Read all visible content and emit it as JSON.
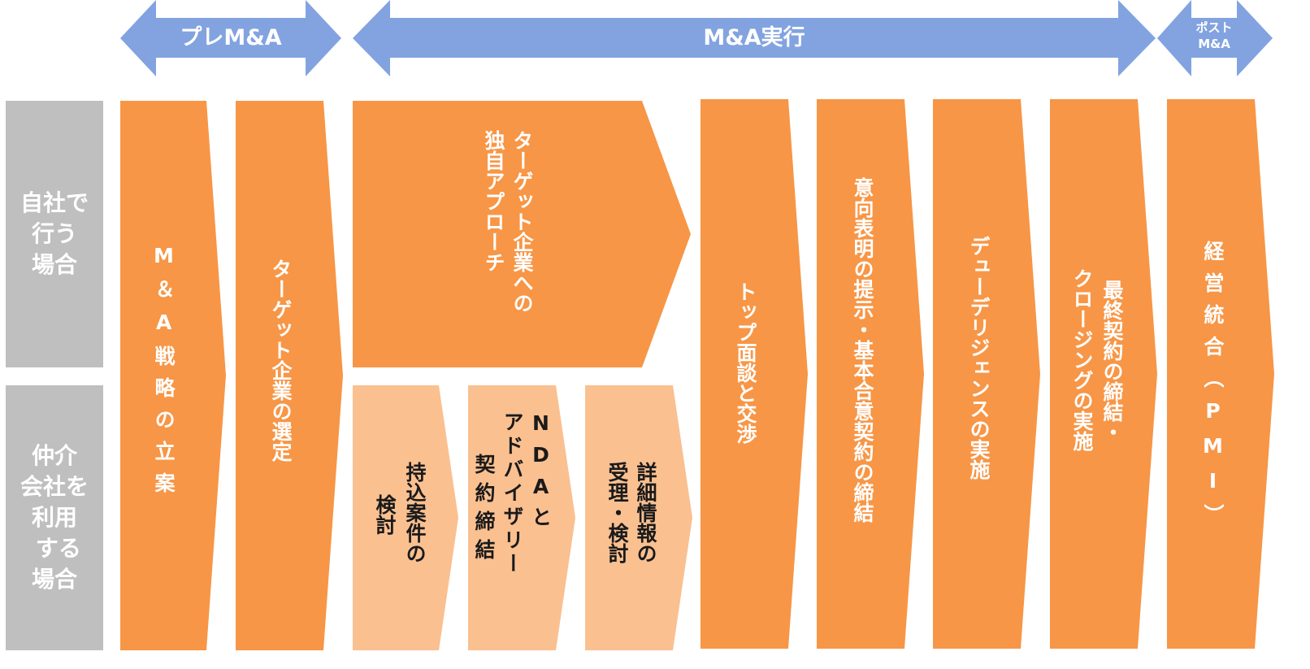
{
  "phases": {
    "pre": "プレM&A",
    "execution": "M&A実行",
    "post_line1": "ポスト",
    "post_line2": "M&A"
  },
  "rows": {
    "self": "自社で\n行う\n場合",
    "broker": "仲介\n会社を\n利用\n する\n場合"
  },
  "steps": {
    "strategy": "M＆A戦略の立案",
    "target_selection": "ターゲット企業の選定",
    "direct_approach_line1": "ターゲット企業への",
    "direct_approach_line2": "独自アプローチ",
    "deal_review_line1": "持込案件の",
    "deal_review_line2": "検討",
    "nda_line1": "NDAと",
    "nda_line2": "アドバイザリー",
    "nda_line3": "契約締結",
    "detail_info_line1": "詳細情報の",
    "detail_info_line2": "受理・検討",
    "top_meeting": "トップ面談と交渉",
    "loi": "意向表明の提示・基本合意契約の締結",
    "due_diligence": "デューデリジェンスの実施",
    "closing_line1": "最終契約の締結・",
    "closing_line2": "クロージングの実施",
    "pmi": "経営統合（PMI）"
  },
  "colors": {
    "phase_arrow": "#82A3E0",
    "step_main": "#F79646",
    "step_light": "#FAC090",
    "row_label": "#BFBFBF"
  }
}
